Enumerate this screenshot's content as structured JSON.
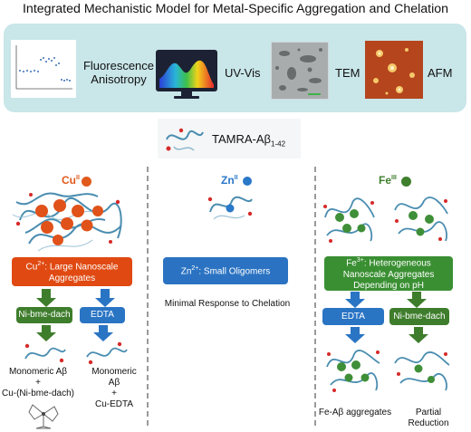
{
  "title": "Integrated Mechanistic Model for Metal-Specific Aggregation and Chelation",
  "techniques": [
    {
      "label_line1": "Fluorescence",
      "label_line2": "Anisotropy"
    },
    {
      "label": "UV-Vis"
    },
    {
      "label": "TEM"
    },
    {
      "label": "AFM"
    }
  ],
  "probe": {
    "label": "TAMRA-Aβ",
    "subscript": "1-42"
  },
  "columns": {
    "cu": {
      "metal": "Cu",
      "metal_sup": "II",
      "color": "#e05a1c",
      "box_ion": "Cu",
      "box_ion_sup": "2+",
      "box_text": ": Large Nanoscale Aggregates",
      "left_chelator": "Ni-bme-dach",
      "right_chelator": "EDTA",
      "left_result_1": "Monomeric Aβ",
      "left_result_2": "+",
      "left_result_3": "Cu-(Ni-bme-dach)",
      "right_result_1": "Monomeric Aβ",
      "right_result_2": "+",
      "right_result_3": "Cu-EDTA"
    },
    "zn": {
      "metal": "Zn",
      "metal_sup": "II",
      "color": "#2a78c8",
      "box_ion": "Zn",
      "box_ion_sup": "2+",
      "box_text": ": Small Oligomers",
      "response": "Minimal Response to Chelation"
    },
    "fe": {
      "metal": "Fe",
      "metal_sup": "III",
      "color": "#3f7f2e",
      "box_ion": "Fe",
      "box_ion_sup": "3+",
      "box_text_1": ": Heterogeneous",
      "box_text_2": "Nanoscale Aggregates",
      "box_text_3": "Depending on pH",
      "left_chelator": "EDTA",
      "right_chelator": "Ni-bme-dach",
      "left_result": "Fe-Aβ aggregates",
      "right_result": "Partial Reduction"
    }
  },
  "colors": {
    "panel": "#c9e6e9",
    "cu_box": "#e04a12",
    "zn_box": "#2b73c2",
    "fe_box": "#3a8f32",
    "green_chelator": "#3e7d2c",
    "blue_chelator": "#2a74c4",
    "peptide": "#4a8db0",
    "bead_red": "#d62a2a"
  }
}
